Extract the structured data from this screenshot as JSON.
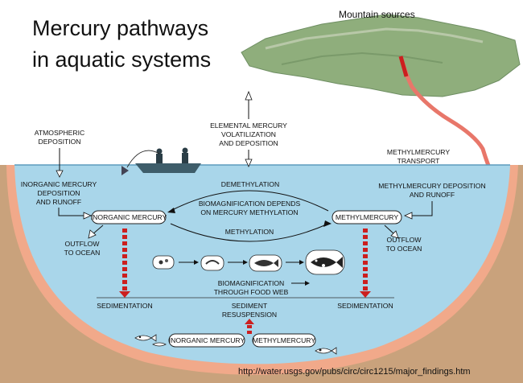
{
  "title": {
    "line1": "Mercury pathways",
    "line2": "in aquatic systems"
  },
  "labels": {
    "mountain_sources": "Mountain sources",
    "atmospheric_deposition": [
      "ATMOSPHERIC",
      "DEPOSITION"
    ],
    "elemental_mercury": [
      "ELEMENTAL MERCURY",
      "VOLATILIZATION",
      "AND DEPOSITION"
    ],
    "methylmercury_transport": [
      "METHYLMERCURY",
      "TRANSPORT"
    ],
    "inorganic_deposition_runoff": [
      "INORGANIC MERCURY",
      "DEPOSITION",
      "AND RUNOFF"
    ],
    "methylmercury_deposition_runoff": [
      "METHYLMERCURY DEPOSITION",
      "AND RUNOFF"
    ],
    "demethylation": "DEMETHYLATION",
    "biomag_depends": [
      "BIOMAGNIFICATION DEPENDS",
      "ON MERCURY METHYLATION"
    ],
    "methylation": "METHYLATION",
    "inorganic_mercury_box": "INORGANIC MERCURY",
    "methylmercury_box": "METHYLMERCURY",
    "outflow_left": [
      "OUTFLOW",
      "TO OCEAN"
    ],
    "outflow_right": [
      "OUTFLOW",
      "TO OCEAN"
    ],
    "biomag_food_web": [
      "BIOMAGNIFICATION",
      "THROUGH FOOD WEB"
    ],
    "sedimentation_left": "SEDIMENTATION",
    "sedimentation_right": "SEDIMENTATION",
    "sediment_resuspension": [
      "SEDIMENT",
      "RESUSPENSION"
    ],
    "inorganic_mercury_bottom": "INORGANIC MERCURY",
    "methylmercury_bottom": "METHYLMERCURY"
  },
  "source_url": "http://water.usgs.gov/pubs/circ/circ1215/major_findings.htm",
  "colors": {
    "water": "#a9d6ea",
    "sediment": "#f1a98a",
    "earth": "#c9a27c",
    "mountain": "#8fae7c",
    "red_dash": "#cc1f1f"
  }
}
